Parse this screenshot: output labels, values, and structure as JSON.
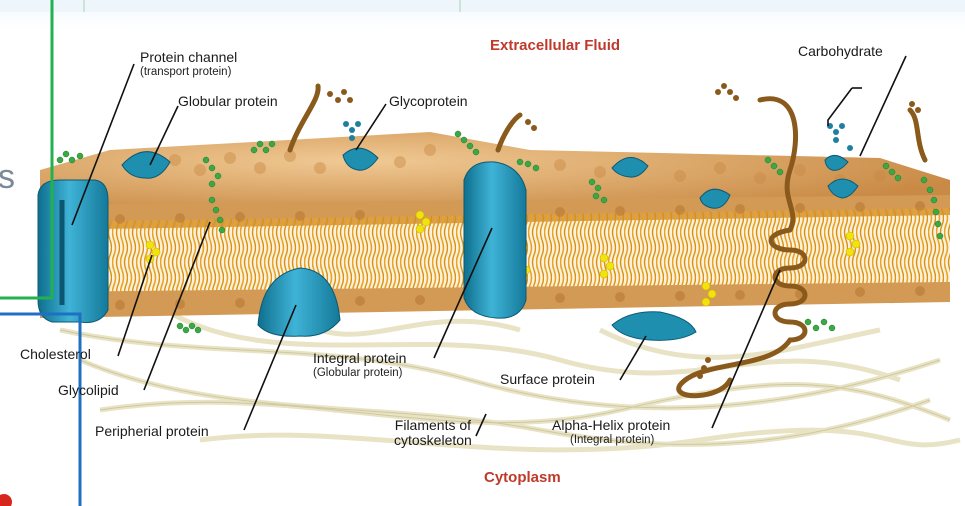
{
  "labels": {
    "extracellular": "Extracellular Fluid",
    "cytoplasm": "Cytoplasm",
    "protein_channel": "Protein channel",
    "protein_channel_sub": "(transport protein)",
    "globular_protein": "Globular protein",
    "glycoprotein": "Glycoprotein",
    "carbohydrate": "Carbohydrate",
    "cholesterol": "Cholesterol",
    "glycolipid": "Glycolipid",
    "peripheral_protein": "Peripherial protein",
    "integral_protein": "Integral protein",
    "integral_protein_sub": "(Globular protein)",
    "surface_protein": "Surface protein",
    "filaments": "Filaments of",
    "filaments_2": "cytoskeleton",
    "alpha_helix": "Alpha-Helix protein",
    "alpha_helix_sub": "(Integral protein)"
  },
  "overlay": {
    "left_edge_glyph": "s"
  },
  "colors": {
    "lipid_head": "#d9a15e",
    "lipid_tail": "#e8a020",
    "protein": "#1f8fb0",
    "carbohydrate": "#3aa845",
    "cholesterol": "#f2e20d",
    "filament": "#e9e4c6",
    "alpha_helix": "#8a5a1c",
    "region_text": "#c0392b",
    "frame_green": "#22b14c",
    "frame_blue": "#1f6fc4"
  }
}
